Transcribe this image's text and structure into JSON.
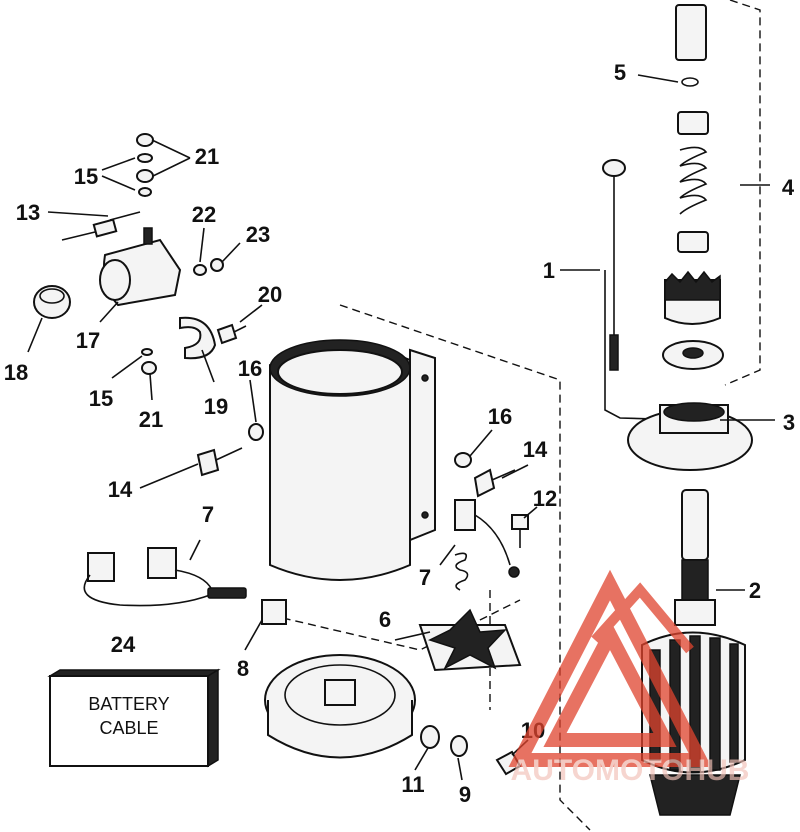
{
  "callouts": [
    "1",
    "2",
    "3",
    "4",
    "5",
    "6",
    "7",
    "7",
    "8",
    "9",
    "10",
    "11",
    "12",
    "13",
    "14",
    "14",
    "15",
    "15",
    "16",
    "16",
    "17",
    "18",
    "19",
    "20",
    "21",
    "21",
    "22",
    "23",
    "24"
  ],
  "battery_box": {
    "line1": "BATTERY",
    "line2": "CABLE"
  },
  "watermark": {
    "text": "AUTOMOTOHUB",
    "color": "#e0442e"
  }
}
